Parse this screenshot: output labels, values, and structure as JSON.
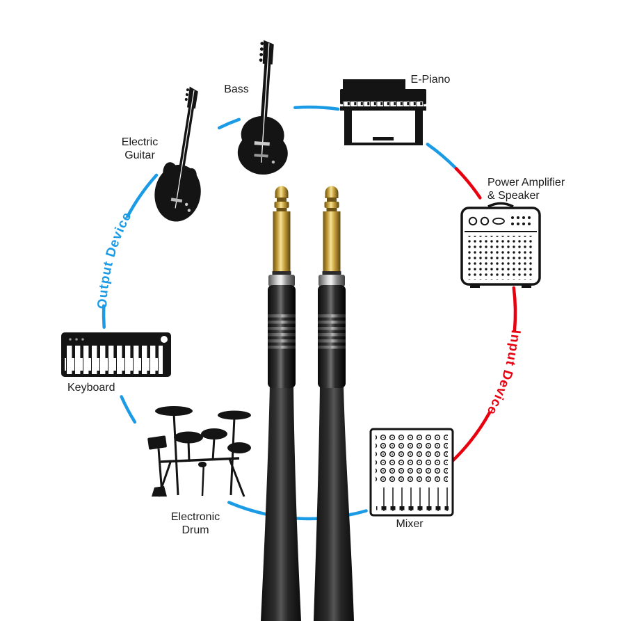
{
  "diagram": {
    "output_arc_label": "Output Device",
    "input_arc_label": "Input Device",
    "colors": {
      "output_blue": "#1b9be6",
      "input_red": "#e8000e",
      "label_text": "#1c1c1c"
    },
    "devices": {
      "bass": {
        "label": "Bass"
      },
      "electric_guitar": {
        "lines": [
          "Electric",
          "Guitar"
        ]
      },
      "e_piano": {
        "label": "E-Piano"
      },
      "power_amplifier": {
        "lines": [
          "Power Amplifier",
          "& Speaker"
        ]
      },
      "keyboard": {
        "label": "Keyboard"
      },
      "electronic_drum": {
        "lines": [
          "Electronic",
          "Drum"
        ]
      },
      "mixer": {
        "label": "Mixer"
      }
    }
  }
}
